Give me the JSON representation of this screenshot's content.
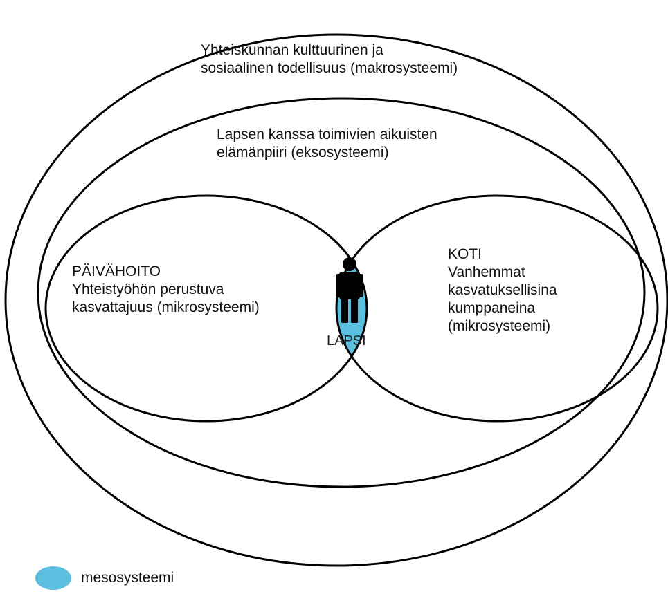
{
  "colors": {
    "mesosystem_fill": "#5bbfe0",
    "outline": "#000000",
    "background": "#ffffff"
  },
  "macro": {
    "line1": "Yhteiskunnan kulttuurinen ja",
    "line2": "sosiaalinen todellisuus (makrosysteemi)"
  },
  "exo": {
    "line1": "Lapsen kanssa toimivien aikuisten",
    "line2": "elämänpiiri (eksosysteemi)"
  },
  "left_micro": {
    "title": "PÄIVÄHOITO",
    "line1": "Yhteistyöhön perustuva",
    "line2": "kasvattajuus (mikrosysteemi)"
  },
  "right_micro": {
    "title": "KOTI",
    "line1": "Vanhemmat",
    "line2": "kasvatuksellisina",
    "line3": "kumppaneina",
    "line4": "(mikrosysteemi)"
  },
  "center": {
    "label": "LAPSI",
    "icon": "person-icon"
  },
  "legend": {
    "label": "mesosysteemi"
  }
}
